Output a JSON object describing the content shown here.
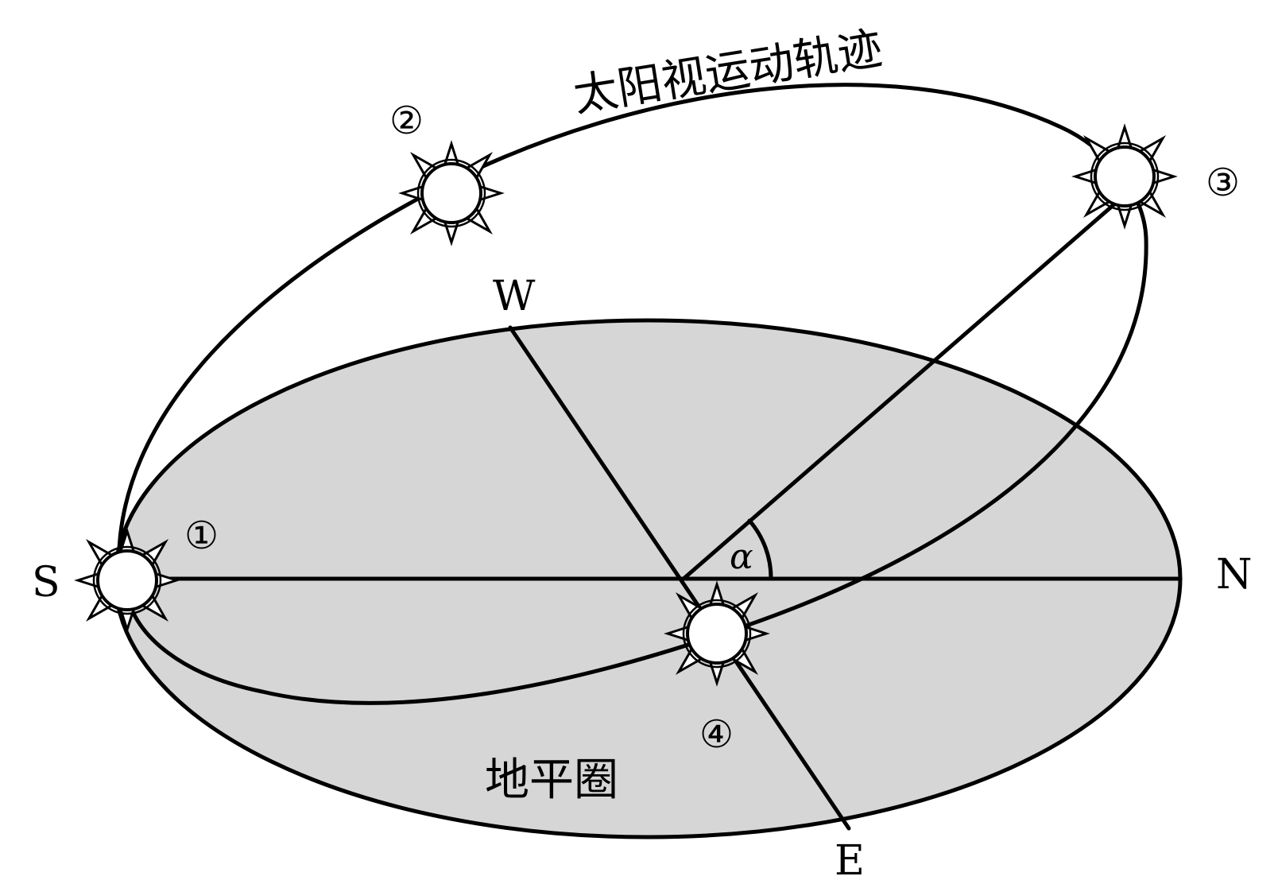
{
  "labels": {
    "south": "S",
    "north": "N",
    "west": "W",
    "east": "E",
    "angle": "α",
    "horizon": "地平圈",
    "sun_path": "太阳视运动轨迹",
    "pos1": "①",
    "pos2": "②",
    "pos3": "③",
    "pos4": "④"
  },
  "colors": {
    "horizon_fill": "#d6d6d6",
    "stroke": "#000000",
    "sun_fill": "#ffffff"
  },
  "icons": {
    "sun": "sun-icon"
  }
}
